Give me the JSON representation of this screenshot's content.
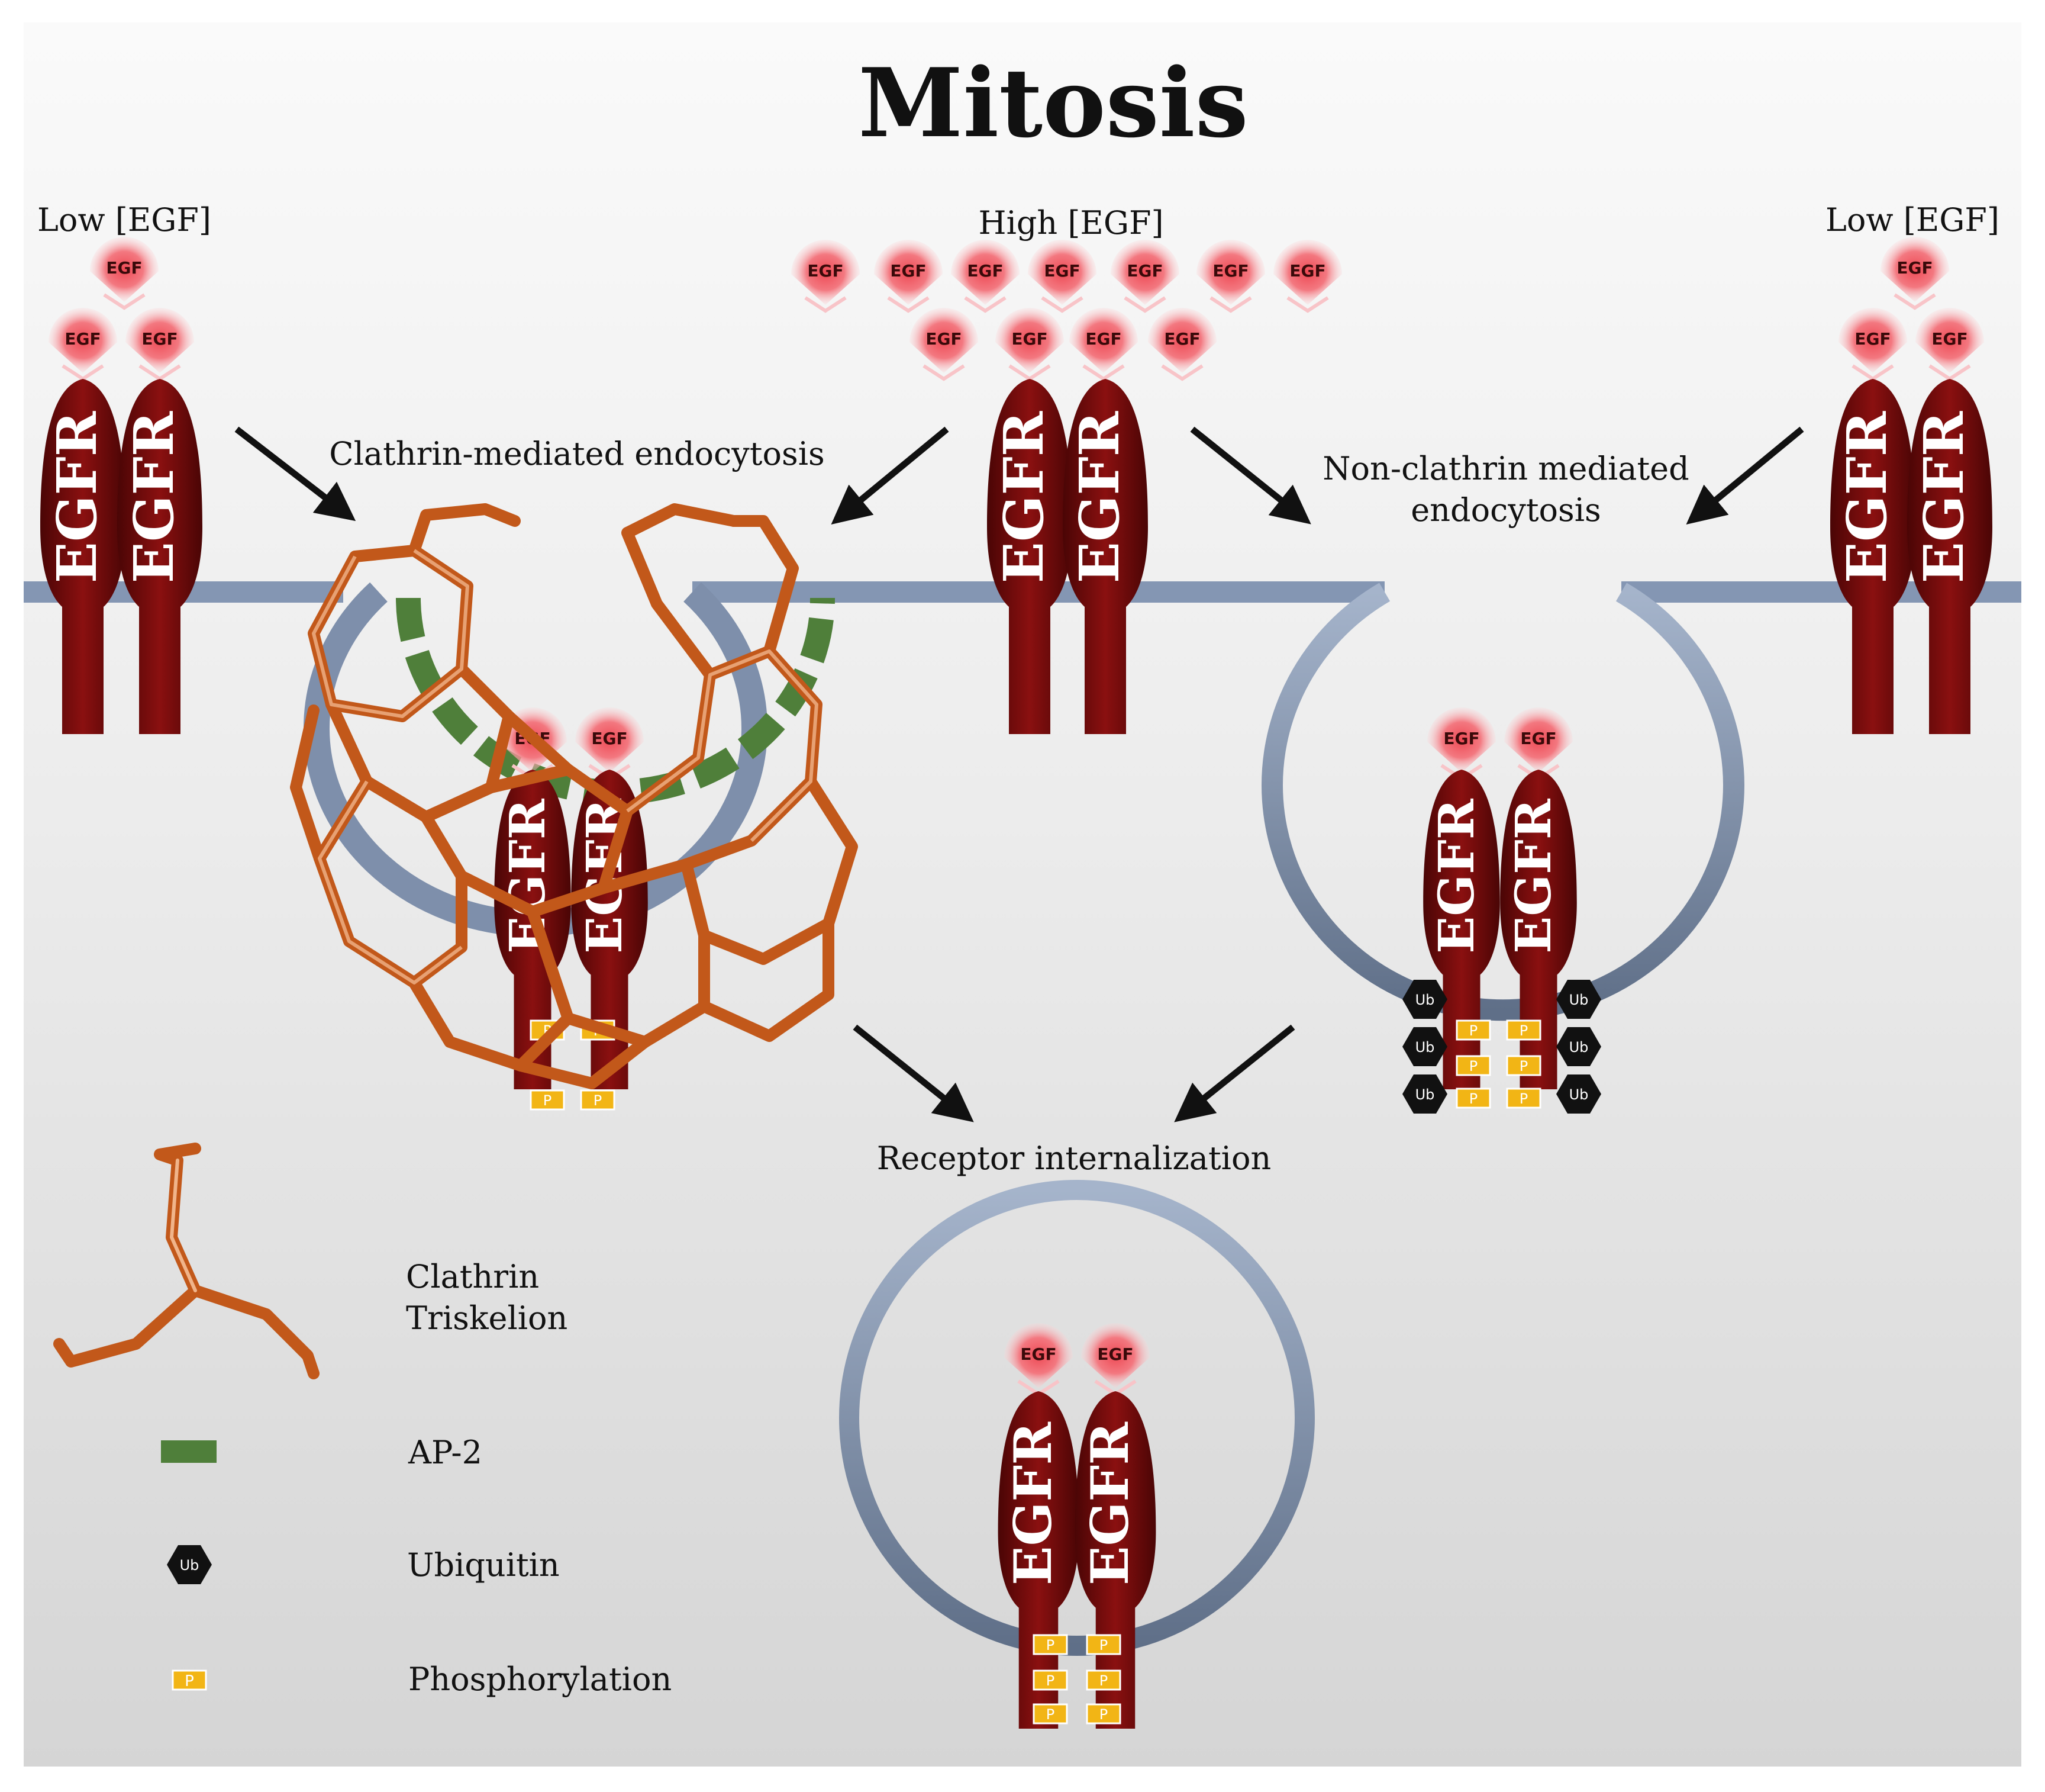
{
  "title": "Mitosis",
  "labels": {
    "low_egf_left": "Low [EGF]",
    "high_egf": "High [EGF]",
    "low_egf_right": "Low [EGF]",
    "clathrin_endocytosis": "Clathrin-mediated endocytosis",
    "non_clathrin_line1": "Non-clathrin mediated",
    "non_clathrin_line2": "endocytosis",
    "receptor_internalization": "Receptor internalization"
  },
  "glyphs": {
    "egf": "EGF",
    "egfr": "EGFR",
    "ub": "Ub",
    "p": "P"
  },
  "legend": {
    "clathrin_line1": "Clathrin",
    "clathrin_line2": "Triskelion",
    "ap2": "AP-2",
    "ubiquitin": "Ubiquitin",
    "phosphorylation": "Phosphorylation"
  },
  "colors": {
    "egfr": "#7b0b0b",
    "egf": "#f06f77",
    "membrane": "#8496b3",
    "clathrin": "#c2581a",
    "ap2": "#4f7f3a",
    "phospho": "#f2b515",
    "ubiquitin": "#111111"
  }
}
